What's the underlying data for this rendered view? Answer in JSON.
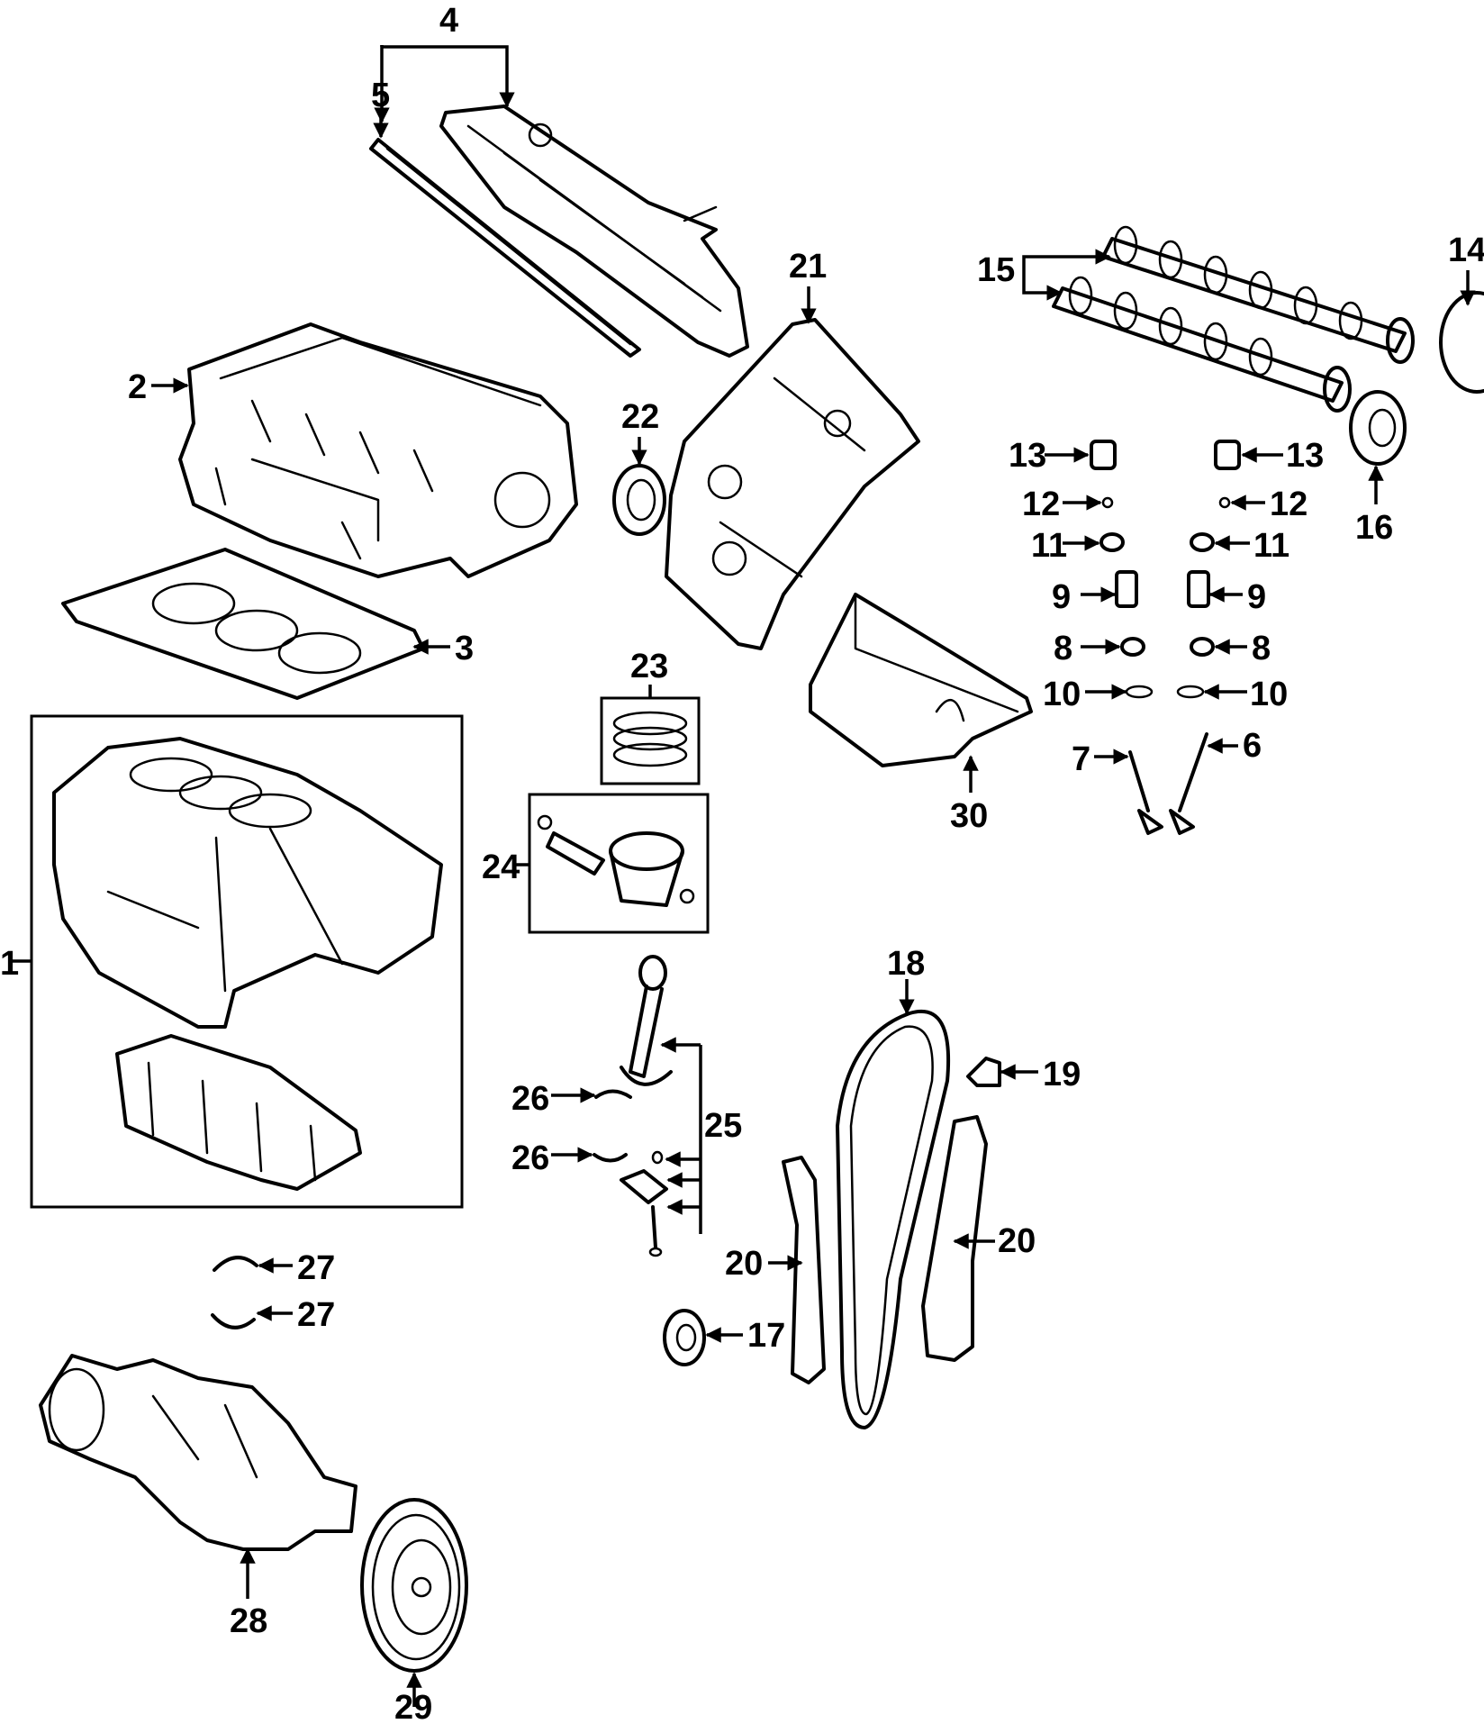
{
  "callouts": {
    "c1": "1",
    "c2": "2",
    "c3": "3",
    "c4": "4",
    "c5": "5",
    "c6": "6",
    "c7": "7",
    "c8": "8",
    "c9": "9",
    "c10": "10",
    "c11": "11",
    "c12": "12",
    "c13": "13",
    "c14": "14",
    "c15": "15",
    "c16": "16",
    "c17": "17",
    "c18": "18",
    "c19": "19",
    "c20": "20",
    "c21": "21",
    "c22": "22",
    "c23": "23",
    "c24": "24",
    "c25": "25",
    "c26": "26",
    "c27": "27",
    "c28": "28",
    "c29": "29",
    "c30": "30"
  }
}
